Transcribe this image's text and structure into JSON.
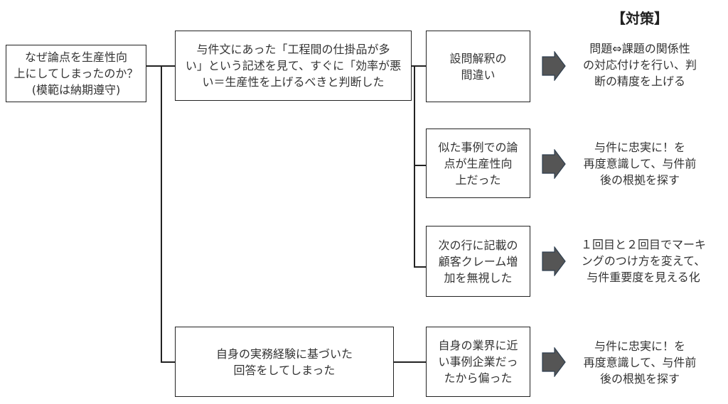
{
  "heading": "【対策】",
  "root": {
    "text": "なぜ論点を生産性向\n上にしてしまったのか？\n(模範は納期遵守)"
  },
  "causes": [
    {
      "text": "与件文にあった「工程間の仕掛品が多\nい」という記述を見て、すぐに「効率が悪\nい＝生産性を上げるべきと判断した"
    },
    {
      "text": "自身の実務経験に基づいた\n回答をしてしまった"
    }
  ],
  "sub_causes": [
    {
      "text": "設問解釈の\n間違い"
    },
    {
      "text": "似た事例での論\n点が生産性向\n上だった"
    },
    {
      "text": "次の行に記載の\n顧客クレーム増\n加を無視した"
    },
    {
      "text": "自身の業界に近\nい事例企業だっ\nたから偏った"
    }
  ],
  "measures": [
    {
      "text": "問題⇔課題の関係性\nの対応付けを行い、判\n断の精度を上げる"
    },
    {
      "text": "与件に忠実に！を\n再度意識して、与件前\n後の根拠を探す"
    },
    {
      "text": "１回目と２回目でマーキ\nングのつけ方を変えて、\n与件重要度を見える化"
    },
    {
      "text": "与件に忠実に！を\n再度意識して、与件前\n後の根拠を探す"
    }
  ],
  "colors": {
    "arrow_fill": "#555555",
    "arrow_stroke": "#2f3f4f",
    "line": "#222222"
  }
}
